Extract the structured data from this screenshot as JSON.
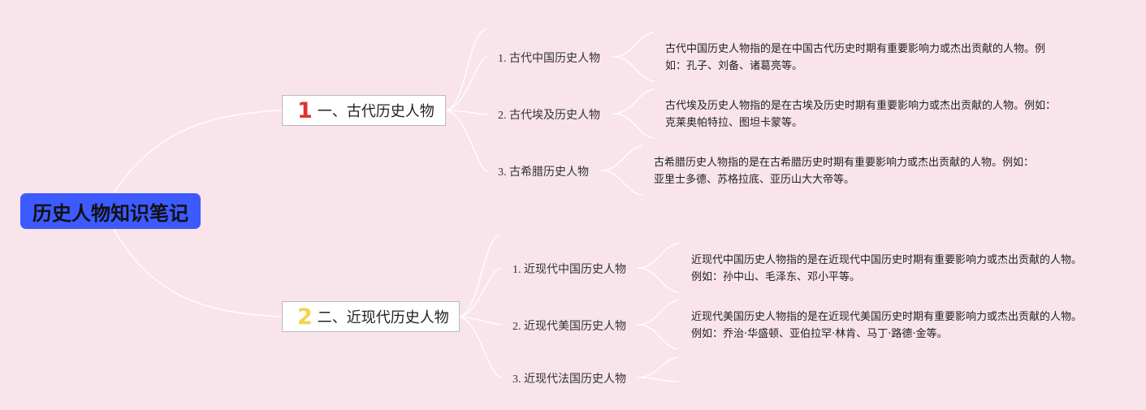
{
  "root": {
    "title": "历史人物知识笔记"
  },
  "branches": [
    {
      "number": "1",
      "label": "一、古代历史人物",
      "children": [
        {
          "label": "1. 古代中国历史人物",
          "description": "古代中国历史人物指的是在中国古代历史时期有重要影响力或杰出贡献的人物。例如：孔子、刘备、诸葛亮等。"
        },
        {
          "label": "2. 古代埃及历史人物",
          "description": "古代埃及历史人物指的是在古埃及历史时期有重要影响力或杰出贡献的人物。例如：克莱奥帕特拉、图坦卡蒙等。"
        },
        {
          "label": "3. 古希腊历史人物",
          "description": "古希腊历史人物指的是在古希腊历史时期有重要影响力或杰出贡献的人物。例如：亚里士多德、苏格拉底、亚历山大大帝等。"
        }
      ]
    },
    {
      "number": "2",
      "label": "二、近现代历史人物",
      "children": [
        {
          "label": "1. 近现代中国历史人物",
          "description": "近现代中国历史人物指的是在近现代中国历史时期有重要影响力或杰出贡献的人物。例如：孙中山、毛泽东、邓小平等。"
        },
        {
          "label": "2. 近现代美国历史人物",
          "description": "近现代美国历史人物指的是在近现代美国历史时期有重要影响力或杰出贡献的人物。例如：乔治·华盛顿、亚伯拉罕·林肯、马丁·路德·金等。"
        },
        {
          "label": "3. 近现代法国历史人物",
          "description": ""
        }
      ]
    }
  ],
  "colors": {
    "background": "#f9e4ec",
    "root_fill": "#3d5afe",
    "connector": "#ffffff",
    "number_1": "#e03131",
    "number_2": "#f3d34a"
  }
}
